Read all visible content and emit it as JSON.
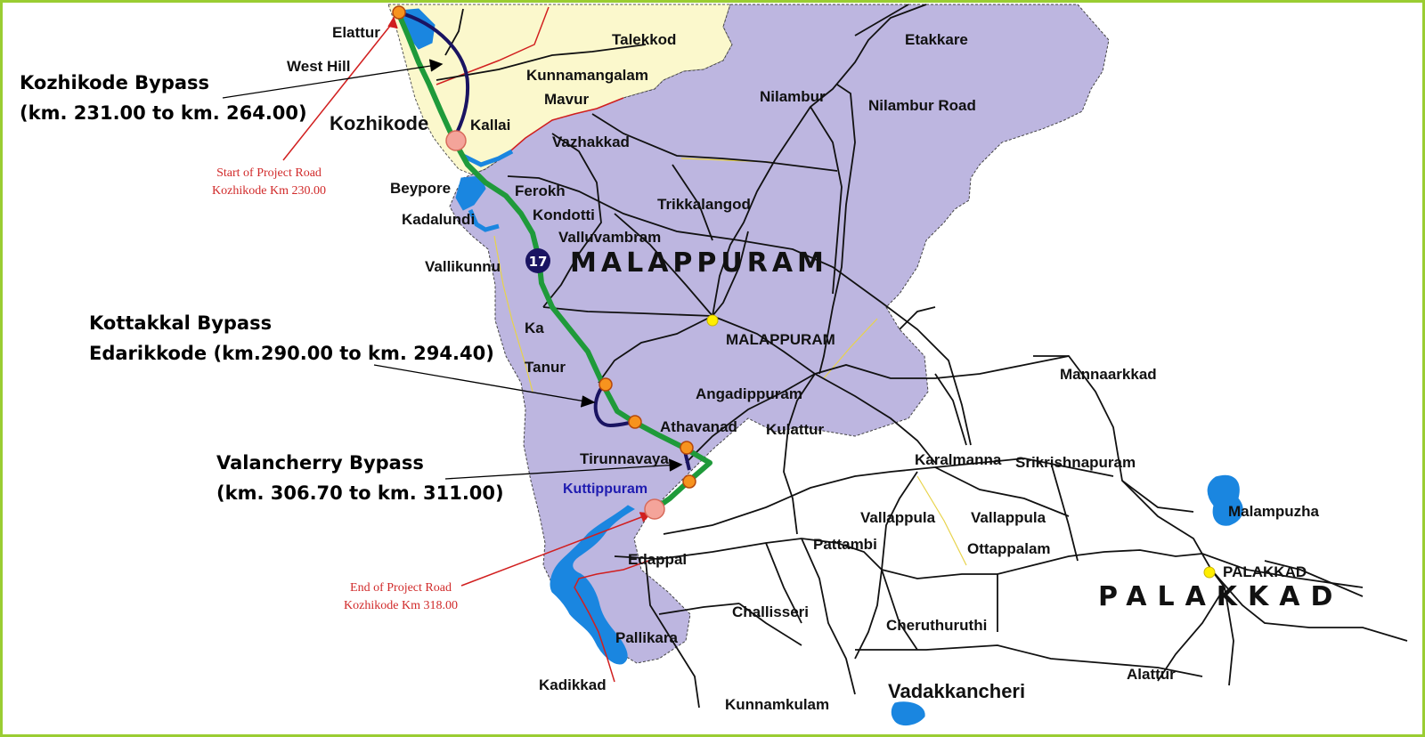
{
  "colors": {
    "frame": "#9acd32",
    "kozhikode_district": "#fbf8cc",
    "malappuram_district": "#bdb6e0",
    "water": "#1a86e0",
    "project_road": "#1f9a3a",
    "bypass": "#1a1462",
    "district_border": "#d11f1f",
    "road": "#111111",
    "minor_road": "#e8d34a",
    "node": "#f7931e",
    "start_end_node": "#f4a49a",
    "district_hq": "#ffee00",
    "note_text": "#d12a2a",
    "kuttippuram_text": "#1f1cb0"
  },
  "icons": {
    "highway_shield": "circle-shield-icon",
    "junction": "orange-dot-icon",
    "terminal": "pink-circle-icon",
    "hq": "yellow-dot-icon"
  },
  "highway_number": "17",
  "districts": {
    "malappuram": "MALAPPURAM",
    "palakkad": "PALAKKAD"
  },
  "places": {
    "elattur": "Elattur",
    "west_hill": "West Hill",
    "talekkod": "Talekkod",
    "kunnamangalam": "Kunnamangalam",
    "mavur": "Mavur",
    "kozhikode": "Kozhikode",
    "kallai": "Kallai",
    "vazhakkad": "Vazhakkad",
    "nilambur": "Nilambur",
    "nilambur_road": "Nilambur Road",
    "etakkare": "Etakkare",
    "beypore": "Beypore",
    "ferokh": "Ferokh",
    "kadalundi": "Kadalundi",
    "kondotti": "Kondotti",
    "trikkalangod": "Trikkalangod",
    "valluvambram": "Valluvambram",
    "vallikunnu": "Vallikunnu",
    "malappuram_town": "MALAPPURAM",
    "ka": "Ka",
    "tanur": "Tanur",
    "angadippuram": "Angadippuram",
    "mannaarkkad": "Mannaarkkad",
    "athavanad": "Athavanad",
    "kulattur": "Kulattur",
    "tirunnavaya": "Tirunnavaya",
    "karalmanna": "Karalmanna",
    "srikrishnapuram": "Srikrishnapuram",
    "kuttippuram": "Kuttippuram",
    "vallappula_1": "Vallappula",
    "vallappula_2": "Vallappula",
    "malampuzha": "Malampuzha",
    "pattambi": "Pattambi",
    "ottappalam": "Ottappalam",
    "palakkad_town": "PALAKKAD",
    "edappal": "Edappal",
    "challisseri": "Challisseri",
    "cheruthuruthi": "Cheruthuruthi",
    "pallikara": "Pallikara",
    "kadikkad": "Kadikkad",
    "kunnamkulam": "Kunnamkulam",
    "vadakkancheri": "Vadakkancheri",
    "alattur": "Alattur"
  },
  "callouts": {
    "kozhikode_bypass": {
      "line1": "Kozhikode Bypass",
      "line2": "(km. 231.00 to km. 264.00)"
    },
    "kottakkal_bypass": {
      "line1": "Kottakkal Bypass",
      "line2": "Edarikkode (km.290.00 to km. 294.40)"
    },
    "valancherry_bypass": {
      "line1": "Valancherry Bypass",
      "line2": "(km. 306.70 to km. 311.00)"
    }
  },
  "notes": {
    "start": {
      "line1": "Start of Project Road",
      "line2": "Kozhikode Km 230.00"
    },
    "end": {
      "line1": "End of Project Road",
      "line2": "Kozhikode Km 318.00"
    }
  }
}
